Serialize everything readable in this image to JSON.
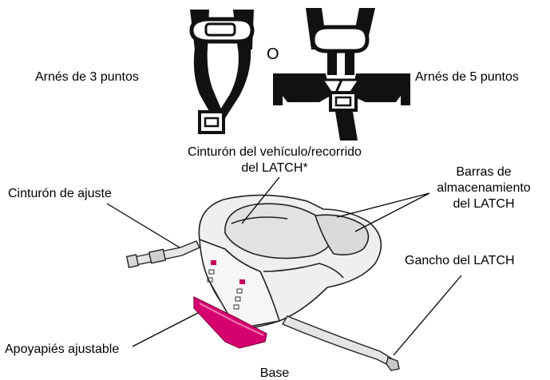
{
  "harness": {
    "three_point_label": "Arnés de 3 puntos",
    "or_label": "O",
    "five_point_label": "Arnés de 5 puntos"
  },
  "labels": {
    "belt_path_line1": "Cinturón del vehículo/recorrido",
    "belt_path_line2": "del LATCH*",
    "adjust_strap": "Cinturón de ajuste",
    "storage_line1": "Barras de",
    "storage_line2": "almacenamiento",
    "storage_line3": "del LATCH",
    "latch_hook": "Gancho del LATCH",
    "footrest": "Apoyapiés ajustable",
    "base": "Base"
  },
  "colors": {
    "strap": "#111111",
    "accent": "#d6006e",
    "line": "#000000"
  }
}
